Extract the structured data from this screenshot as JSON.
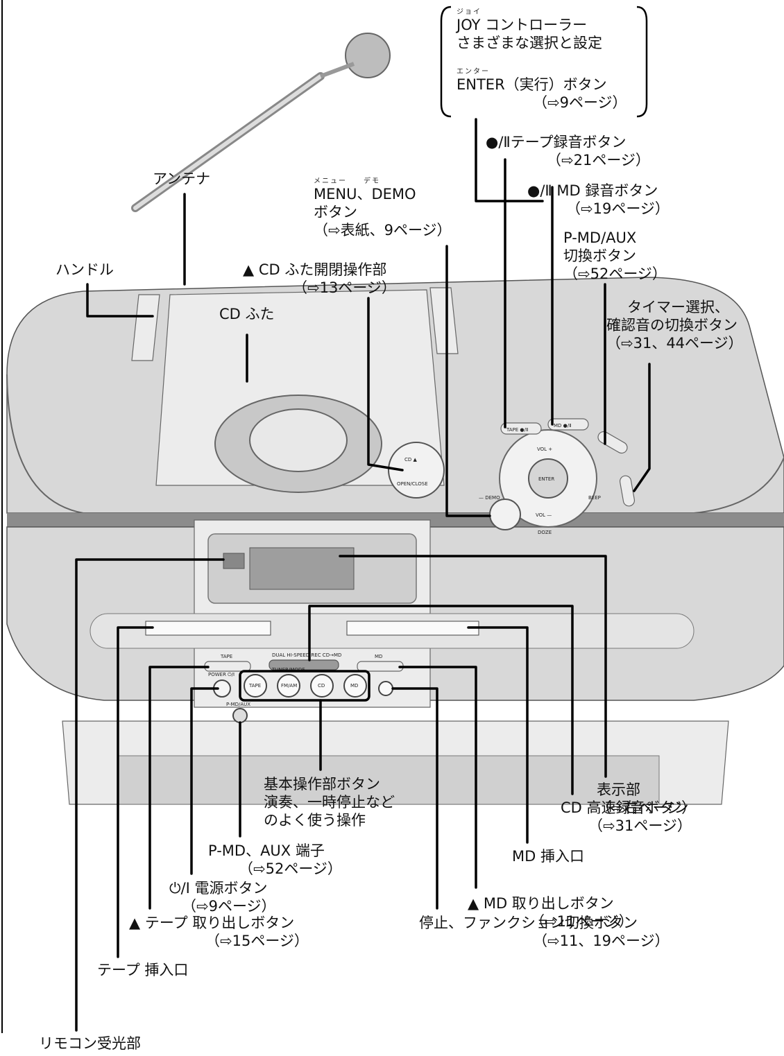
{
  "labels": {
    "joy": {
      "ruby": "ジョイ",
      "line1": "JOY コントローラー",
      "line2": "さまざまな選択と設定"
    },
    "enter": {
      "ruby": "エンター",
      "line1": "ENTER（実行）ボタン",
      "line2": "（⇨9ページ）"
    },
    "tape_rec": {
      "line1": "●/Ⅱテープ録音ボタン",
      "line2": "（⇨21ページ）"
    },
    "md_rec": {
      "line1": "●/Ⅱ MD 録音ボタン",
      "line2": "（⇨19ページ）"
    },
    "menu": {
      "ruby": "メニュー　　デモ",
      "line1": "MENU、DEMO",
      "line2": "ボタン",
      "line3": "（⇨表紙、9ページ）"
    },
    "antenna": "アンテナ",
    "pmd": {
      "line1": "P-MD/AUX",
      "line2": "切換ボタン",
      "line3": "（⇨52ページ）"
    },
    "handle": "ハンドル",
    "cd_open": {
      "line1": "▲ CD ふた開閉操作部",
      "line2": "（⇨13ページ）"
    },
    "timer": {
      "line1": "タイマー選択、",
      "line2": "確認音の切換ボタン",
      "line3": "（⇨31、44ページ）"
    },
    "cd_lid": "CD ふた",
    "display": {
      "line1": "表示部",
      "line2": "（⇨右ページ）"
    },
    "basic": {
      "line1": "基本操作部ボタン",
      "line2": "演奏、一時停止など",
      "line3": "のよく使う操作"
    },
    "cd_hs": {
      "line1": "CD 高速録音ボタン",
      "line2": "（⇨31ページ）"
    },
    "pmd_jack": {
      "line1": "P-MD、AUX 端子",
      "line2": "（⇨52ページ）"
    },
    "md_slot": "MD 挿入口",
    "power": {
      "line1": "⏻/I 電源ボタン",
      "line2": "（⇨9ページ）"
    },
    "md_eject": {
      "line1": "▲ MD 取り出しボタン",
      "line2": "（⇨11ページ）"
    },
    "tape_eject": {
      "line1": "▲ テープ 取り出しボタン",
      "line2": "（⇨15ページ）"
    },
    "stop": {
      "line1": "停止、ファンクション切換ボタン",
      "line2": "（⇨11、19ページ）"
    },
    "tape_slot": "テープ 挿入口",
    "remote": "リモコン受光部"
  },
  "device_markings": {
    "cd_button": "CD ▲",
    "open_close": "OPEN/CLOSE",
    "demo": "— DEMO",
    "tape_btn": "TAPE ●/Ⅱ",
    "md_btn": "MD ●/Ⅱ",
    "enter": "ENTER",
    "vol_plus": "VOL +",
    "vol_minus": "VOL —",
    "tape": "TAPE",
    "dual": "DUAL HI-SPEED REC  CD→MD",
    "md": "MD",
    "power": "POWER ⏻/I",
    "tuner_mode": "TUNER/MODE",
    "tape_play": "TAPE",
    "fmam": "FM/AM",
    "cd_play": "CD",
    "md_play": "MD",
    "pmd_aux": "P-MD/AUX",
    "doze": "DOZE",
    "beep": "BEEP"
  }
}
